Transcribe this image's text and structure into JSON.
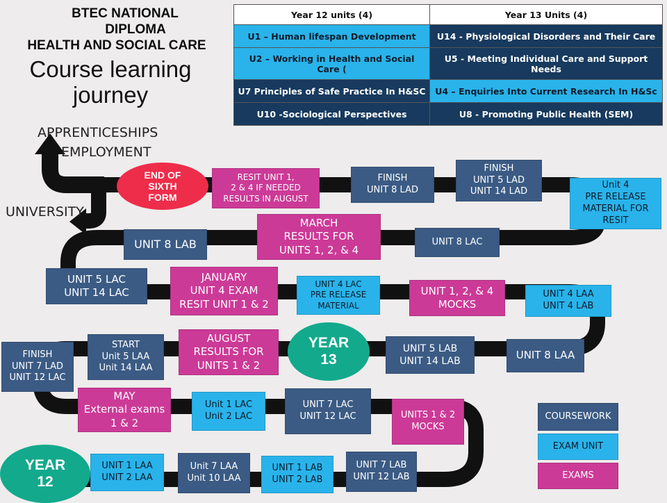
{
  "title": {
    "line1": "BTEC NATIONAL",
    "line2": "DIPLOMA",
    "line3": "HEALTH AND SOCIAL CARE",
    "line4": "Course learning",
    "line5": "journey"
  },
  "unit_table": {
    "headers": [
      "Year 12 units (4)",
      "Year 13 Units (4)"
    ],
    "rows": [
      [
        "U1 – Human lifespan Development",
        "U14 - Physiological Disorders and Their Care"
      ],
      [
        "U2 – Working in Health and Social Care (",
        "U5 - Meeting Individual Care and Support Needs"
      ],
      [
        "U7 Principles of Safe Practice In H&SC",
        "U4 – Enquiries Into Current Research In H&Sc"
      ],
      [
        "U10 -Sociological Perspectives",
        "U8 - Promoting Public Health (SEM)"
      ]
    ],
    "cell_colors": [
      [
        "#29b3ea",
        "#173a5e"
      ],
      [
        "#29b3ea",
        "#173a5e"
      ],
      [
        "#173a5e",
        "#29b3ea"
      ],
      [
        "#173a5e",
        "#173a5e"
      ]
    ]
  },
  "exits": {
    "apprenticeships": "APPRENTICESHIPS",
    "employment": "EMPLOYMENT",
    "university": "UNIVERSITY"
  },
  "milestones": {
    "end": "END OF\nSIXTH\nFORM",
    "year13": "YEAR\n13",
    "year12": "YEAR\n12"
  },
  "steps": {
    "resit": "RESIT UNIT 1,\n2 & 4 IF NEEDED\nRESULTS IN AUGUST",
    "finish8": "FINISH\nUNIT 8 LAD",
    "finish5": "FINISH\nUNIT 5 LAD\nUNIT 14 LAD",
    "unit4pre": "Unit 4\nPRE RELEASE\nMATERIAL FOR\nRESIT",
    "unit8lab": "UNIT 8 LAB",
    "march": "MARCH\nRESULTS FOR\nUNITS 1, 2, &  4",
    "unit8lac": "UNIT 8 LAC",
    "unit5lac": "UNIT 5 LAC\nUNIT 14 LAC",
    "january": "JANUARY\nUNIT 4 EXAM\nRESIT UNIT 1 & 2",
    "unit4lac": "UNIT 4 LAC\nPRE RELEASE\nMATERIAL",
    "mocks124": "UNIT 1, 2, &  4\nMOCKS",
    "unit4laa": "UNIT 4 LAA\nUNIT 4 LAB",
    "unit8laa": "UNIT 8 LAA",
    "unit5lab": "UNIT 5 LAB\nUNIT 14 LAB",
    "august": "AUGUST\nRESULTS FOR\nUNITS 1 & 2",
    "start5": "START\nUnit 5 LAA\nUnit 14 LAA",
    "finish7": "FINISH\nUNIT 7 LAD\nUNIT 12 LAC",
    "may": "MAY\nExternal exams\n1 & 2",
    "unit1lac": "Unit 1 LAC\nUnit 2 LAC",
    "unit7lac": "UNIT 7 LAC\nUNIT 12 LAC",
    "mocks12": "UNITS 1 & 2\nMOCKS",
    "unit1laa": "UNIT 1 LAA\nUNIT 2 LAA",
    "unit7laa": "Unit 7 LAA\nUnit 10 LAA",
    "unit1lab": "UNIT 1 LAB\nUNIT 2 LAB",
    "unit7lab": "UNIT 7 LAB\nUNIT 12 LAB"
  },
  "legend": {
    "coursework": "COURSEWORK",
    "exam_unit": "EXAM UNIT",
    "exams": "EXAMS"
  },
  "colors": {
    "coursework": "#3b5b84",
    "exam_unit": "#29b3ea",
    "exams": "#cc3a97",
    "milestone_end": "#ee2d4a",
    "milestone_year": "#13a98c",
    "road": "#111111"
  }
}
